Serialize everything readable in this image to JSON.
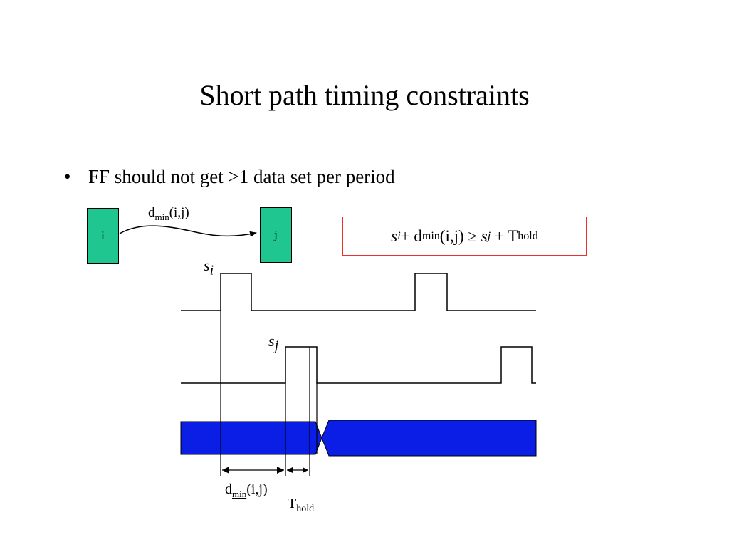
{
  "slide": {
    "title": "Short path timing constraints",
    "bullet_symbol": "•",
    "bullet_text": "FF should not get >1 data set per period"
  },
  "circuit": {
    "ff_i_label": "i",
    "ff_j_label": "j",
    "path_label_d": "d",
    "path_label_sub": "min",
    "path_label_args": "(i,j)"
  },
  "formula": {
    "s": "s",
    "i": "i",
    "plus1": " + d",
    "min": "min",
    "args_geq": "(i,j) ≥ ",
    "s2": "s",
    "j": "j",
    "plus2": " + T",
    "hold": "hold"
  },
  "waveforms": {
    "si_s": "s",
    "si_sub": "i",
    "sj_s": "s",
    "sj_sub": "j"
  },
  "annotations": {
    "dmin_d": "d",
    "dmin_sub": "min",
    "dmin_args": "(i,j)",
    "thold_t": "T",
    "thold_sub": "hold"
  },
  "colors": {
    "ff_fill": "#1fc690",
    "data_bus_fill": "#0a1ee6",
    "formula_border": "#e8322b"
  }
}
